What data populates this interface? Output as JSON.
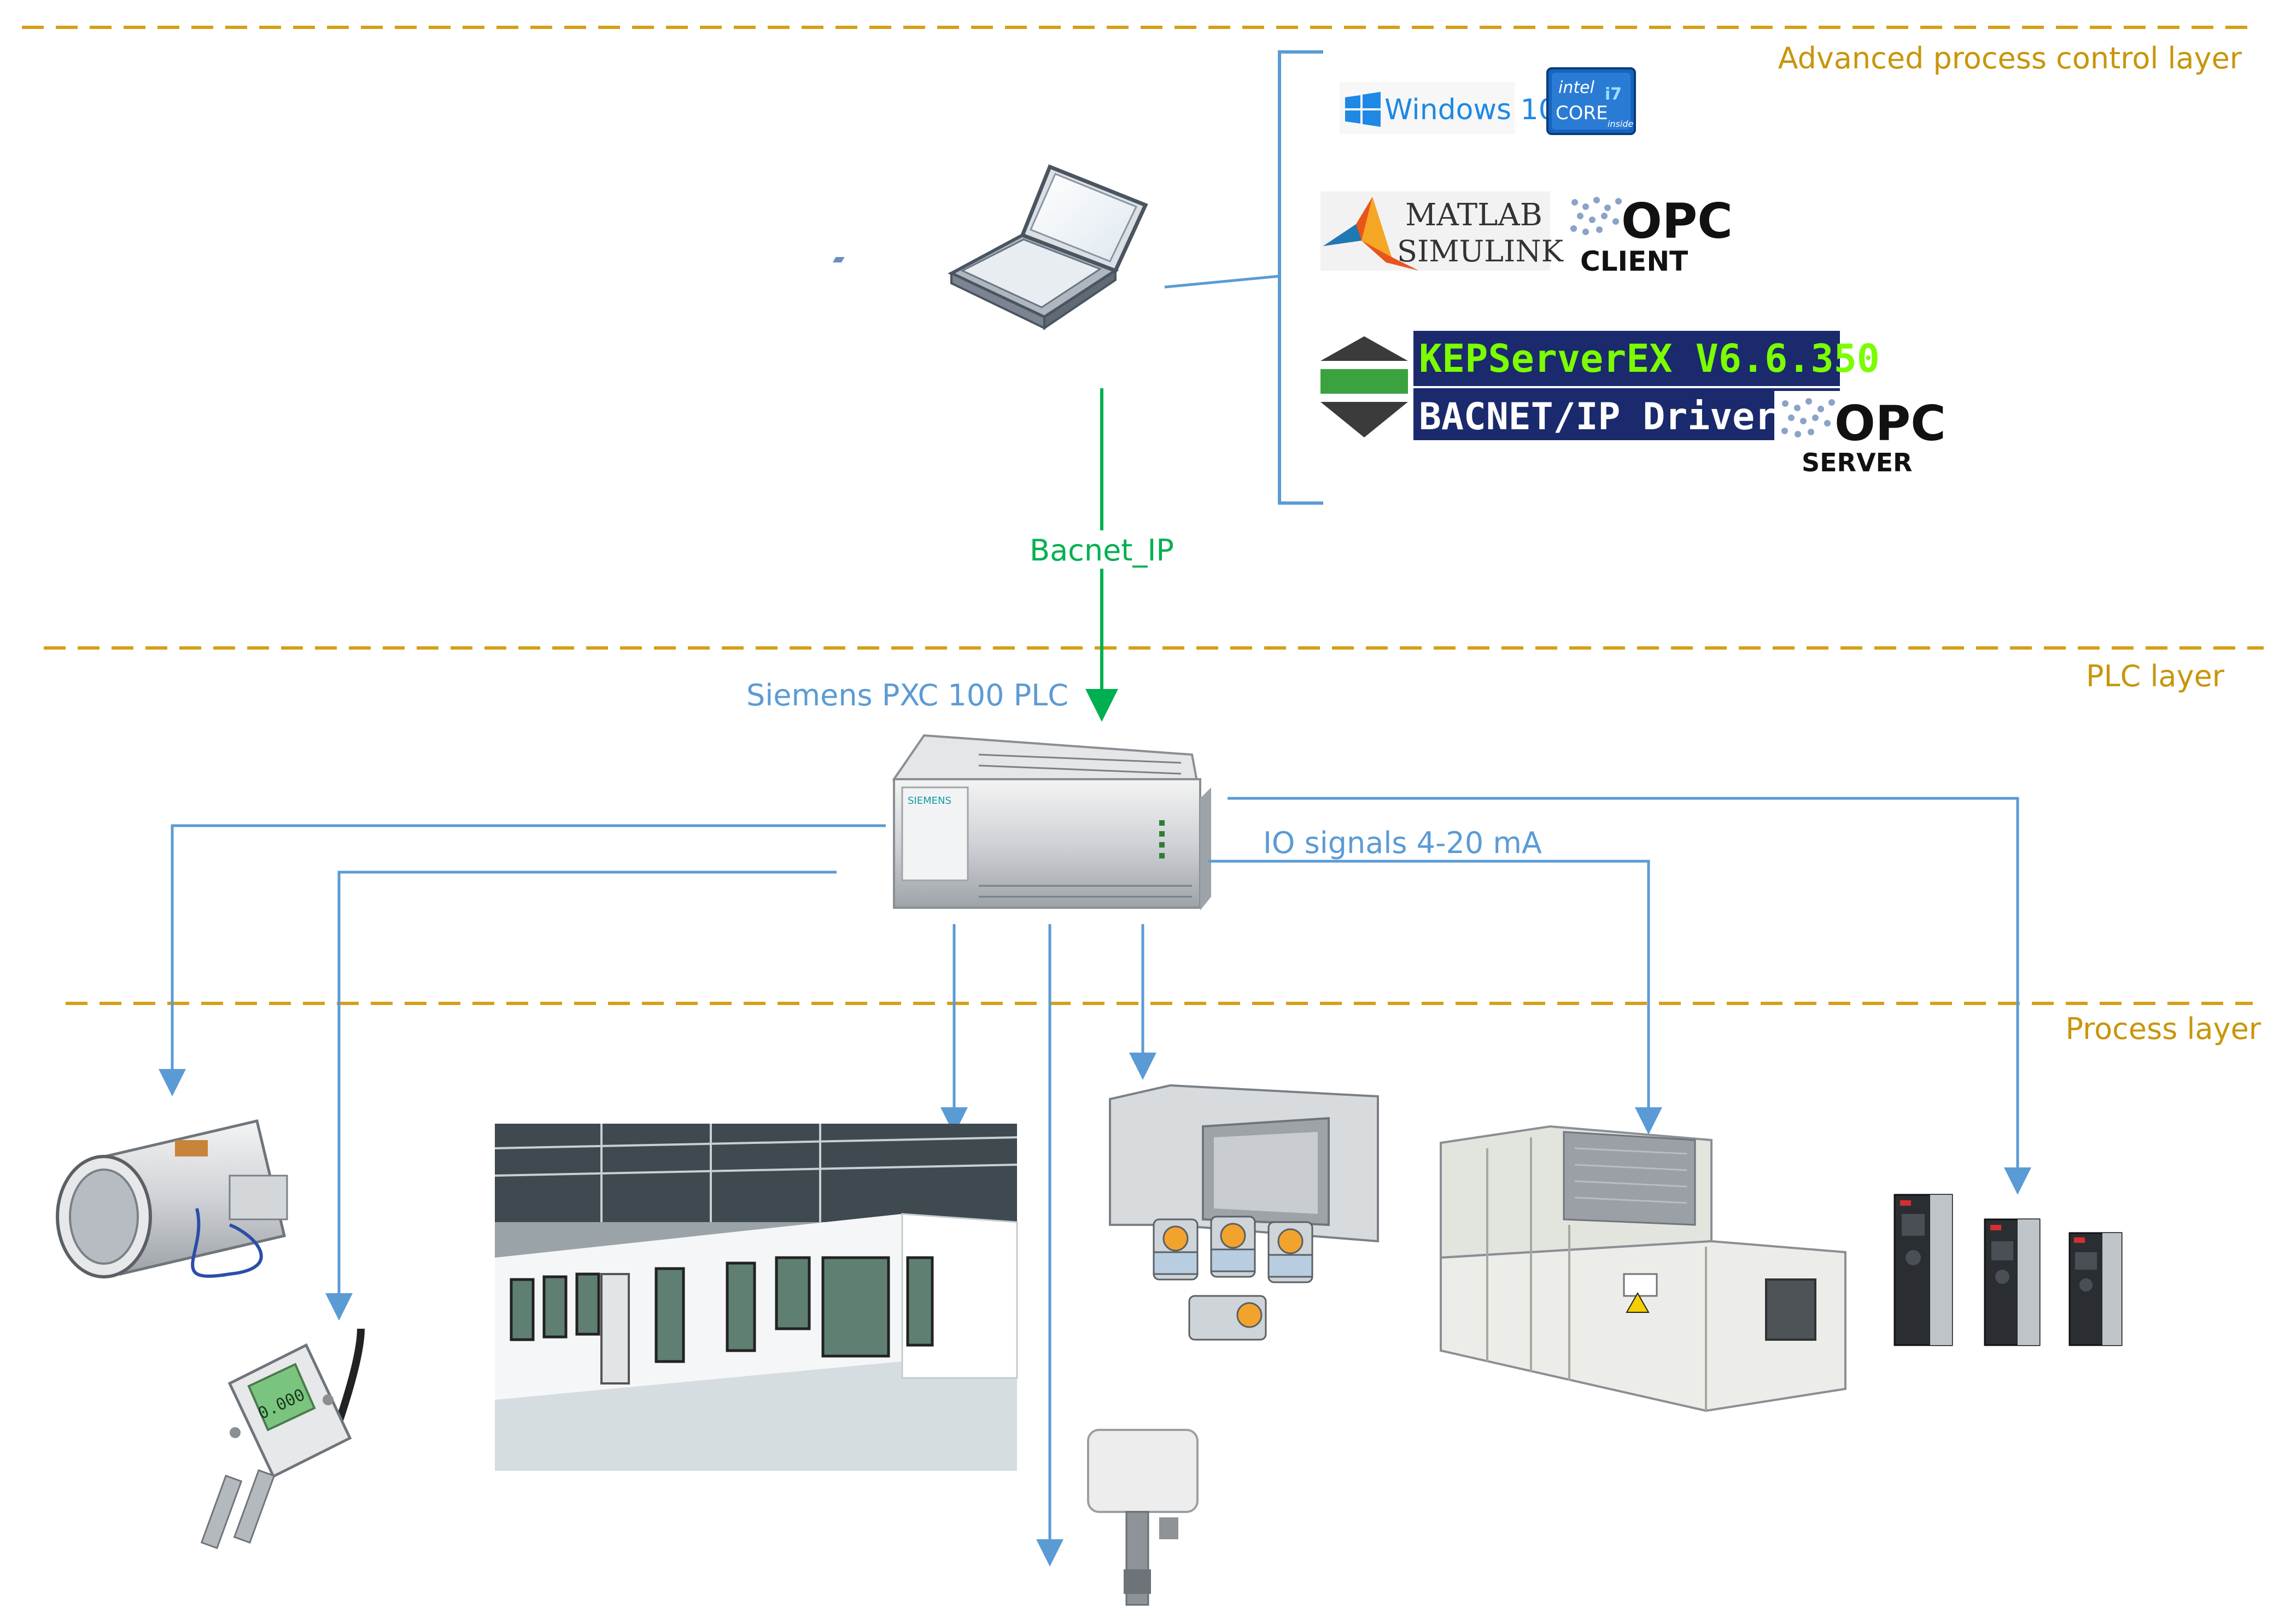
{
  "layers": {
    "advanced": "Advanced process control layer",
    "plc": "PLC layer",
    "process": "Process layer"
  },
  "labels": {
    "bacnet": "Bacnet_IP",
    "plc_name": "Siemens PXC 100 PLC",
    "io_signals": "IO signals 4-20 mA"
  },
  "software": {
    "windows": "Windows 10",
    "intel_brand": "intel",
    "intel_core": "CORE",
    "intel_i7": "i7",
    "intel_inside": "inside",
    "matlab": "MATLAB",
    "simulink": "SIMULINK",
    "opc_logo": "OPC",
    "opc_client": "CLIENT",
    "kepserver": "KEPServerEX V6.6.350",
    "bacnet_driver": "BACNET/IP Driver",
    "opc_server": "SERVER"
  },
  "devices": {
    "pressure_display": "0.000",
    "plc_brand": "SIEMENS"
  },
  "colors": {
    "layer_line": "#D4A017",
    "layer_text": "#C8960C",
    "signal_blue": "#5B9BD5",
    "bacnet_green": "#00B050",
    "kepware_bg": "#1A2A6C",
    "kepware_text": "#7CFC00"
  }
}
